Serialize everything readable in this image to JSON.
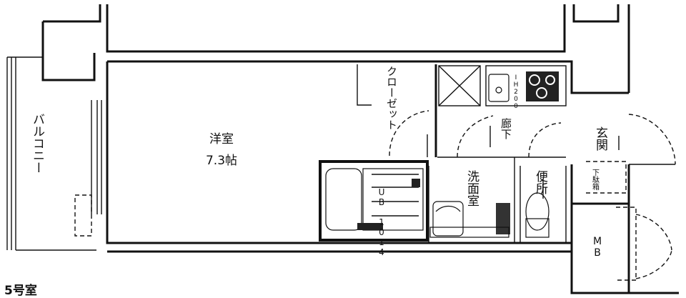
{
  "unit_label": "5号室",
  "rooms": {
    "western": {
      "name": "洋室",
      "size": "7.3帖"
    },
    "closet": "クローゼット",
    "corridor": "廊下",
    "entrance": "玄関",
    "shoe_box": "下駄箱",
    "washroom": "洗面室",
    "toilet": "便所",
    "unit_bath": "UB 1014",
    "balcony": "バルコニー",
    "meter_box": "MB",
    "stove_note": "IH200"
  }
}
